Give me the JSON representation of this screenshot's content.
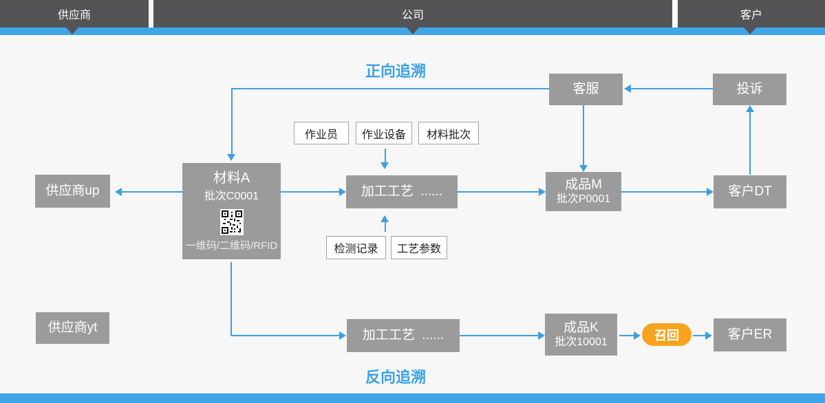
{
  "header": {
    "segments": [
      {
        "label": "供应商"
      },
      {
        "label": "公司"
      },
      {
        "label": "客户"
      }
    ]
  },
  "main": {
    "title_forward": "正向追溯",
    "title_backward": "反向追溯",
    "service_box": "客服",
    "complaint_box": "投诉",
    "top_tags": [
      "作业员",
      "作业设备",
      "材料批次"
    ],
    "material_box": {
      "name": "材料A",
      "batch": "批次C0001",
      "codes": "一维码/二维码/RFID"
    },
    "supplier_up": "供应商up",
    "process_top": "加工工艺  ......",
    "product_m": {
      "name": "成品M",
      "batch": "批次P0001"
    },
    "customer_dt": "客户DT",
    "bottom_tags": [
      "检测记录",
      "工艺参数"
    ],
    "supplier_yt": "供应商yt",
    "process_bottom": "加工工艺  ......",
    "product_k": {
      "name": "成品K",
      "batch": "批次10001"
    },
    "recall_badge": "召回",
    "customer_er": "客户ER"
  },
  "icons": {
    "qr_code": "qr-code-icon"
  },
  "colors": {
    "header_dark": "#545457",
    "strip_blue": "#3fa5e9",
    "node_gray": "#9b9b9b",
    "arrow_blue": "#3d9ee2",
    "title_blue": "#3aa2e7",
    "recall_orange": "#f6a41f",
    "background": "#f7f7f8"
  }
}
